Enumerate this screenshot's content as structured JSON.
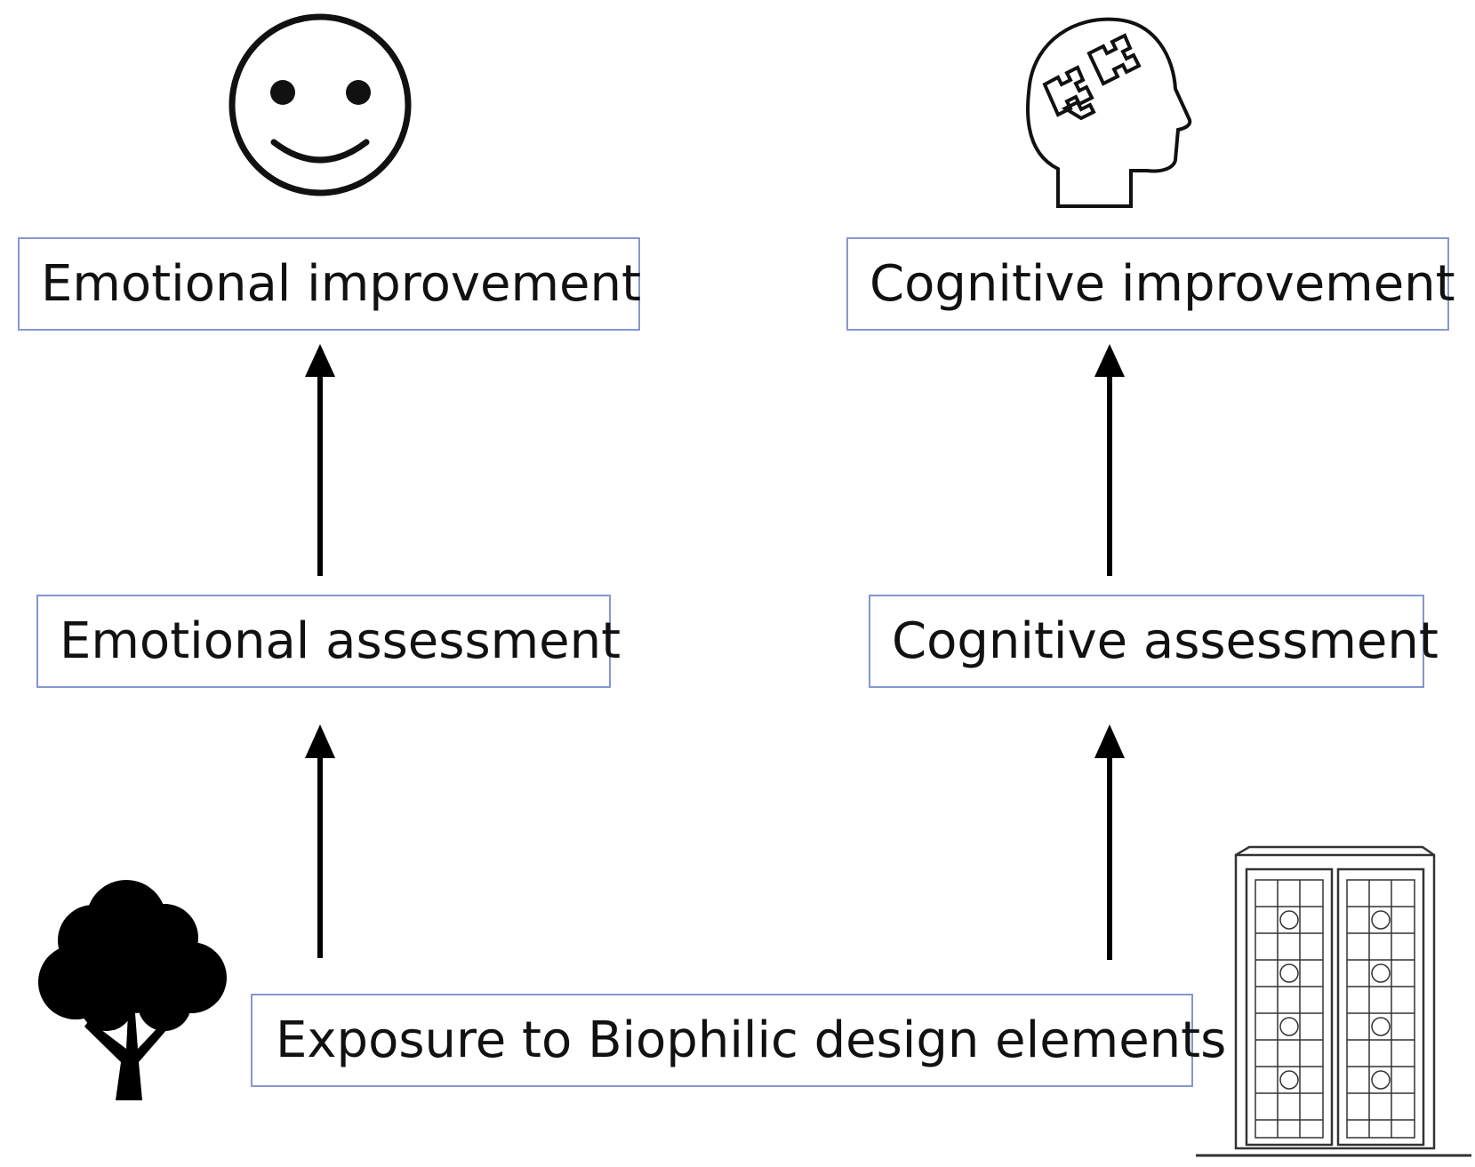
{
  "nodes": {
    "emotional_improvement": "Emotional improvement",
    "cognitive_improvement": "Cognitive improvement",
    "emotional_assessment": "Emotional assessment",
    "cognitive_assessment": "Cognitive assessment",
    "exposure": "Exposure to Biophilic design elements"
  },
  "icons": {
    "smiley": "smiley-face-icon",
    "head": "head-with-puzzle-icon",
    "tree": "tree-icon",
    "door": "ornamental-door-icon"
  },
  "colors": {
    "box_border": "#8497d2",
    "arrow": "#000000"
  }
}
